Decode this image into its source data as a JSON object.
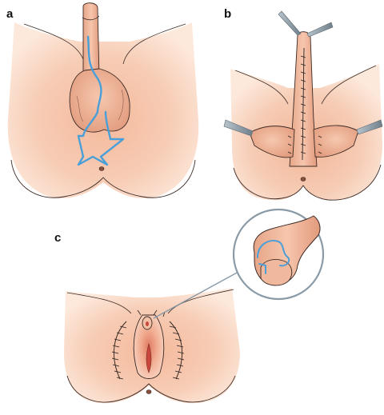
{
  "panels": [
    {
      "label": "a"
    },
    {
      "label": "b"
    },
    {
      "label": "c"
    }
  ],
  "colors": {
    "skin_light": "#fbe3d4",
    "skin_mid": "#f2b89b",
    "skin_dark": "#e4937a",
    "outline": "#3b2a25",
    "incision": "#4a9fd8",
    "clamp": "#8a9aa6",
    "suture": "#2a1f1c",
    "mucosa": "#d9534a"
  }
}
